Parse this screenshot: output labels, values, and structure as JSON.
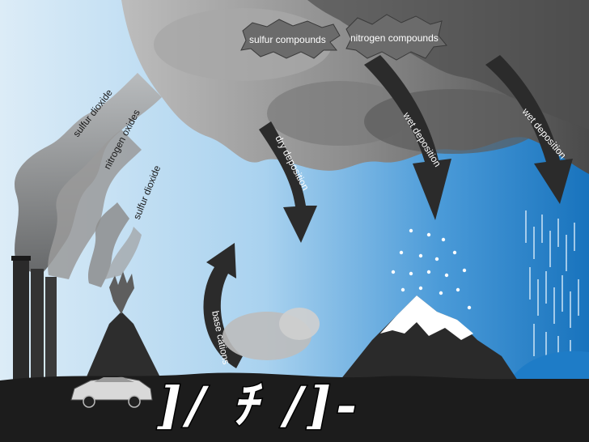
{
  "labels": {
    "sulfur_compounds": "sulfur compounds",
    "nitrogen_compounds": "nitrogen compounds",
    "sulfur_dioxide_1": "sulfur dioxide",
    "nitrogen_oxides": "nitrogen oxides",
    "sulfur_dioxide_2": "sulfur dioxide",
    "dry_deposition": "dry deposition",
    "wet_deposition_1": "wet deposition",
    "wet_deposition_2": "wet deposition",
    "base_cations": "base cations"
  },
  "overlay_glyphs": "]/ ﾁ ∕]‐",
  "colors": {
    "sky_light": "#cfe6f7",
    "sky_mid": "#7fbde8",
    "sky_deep": "#1f7fc4",
    "cloud_dark": "#4a4a4a",
    "cloud_light": "#b5b5b5",
    "ground": "#1c1c1c",
    "arrow": "#2b2b2b"
  },
  "icons": [
    "factory-icon",
    "volcano-icon",
    "car-icon",
    "mountain-icon",
    "rain-icon",
    "snow-icon"
  ]
}
